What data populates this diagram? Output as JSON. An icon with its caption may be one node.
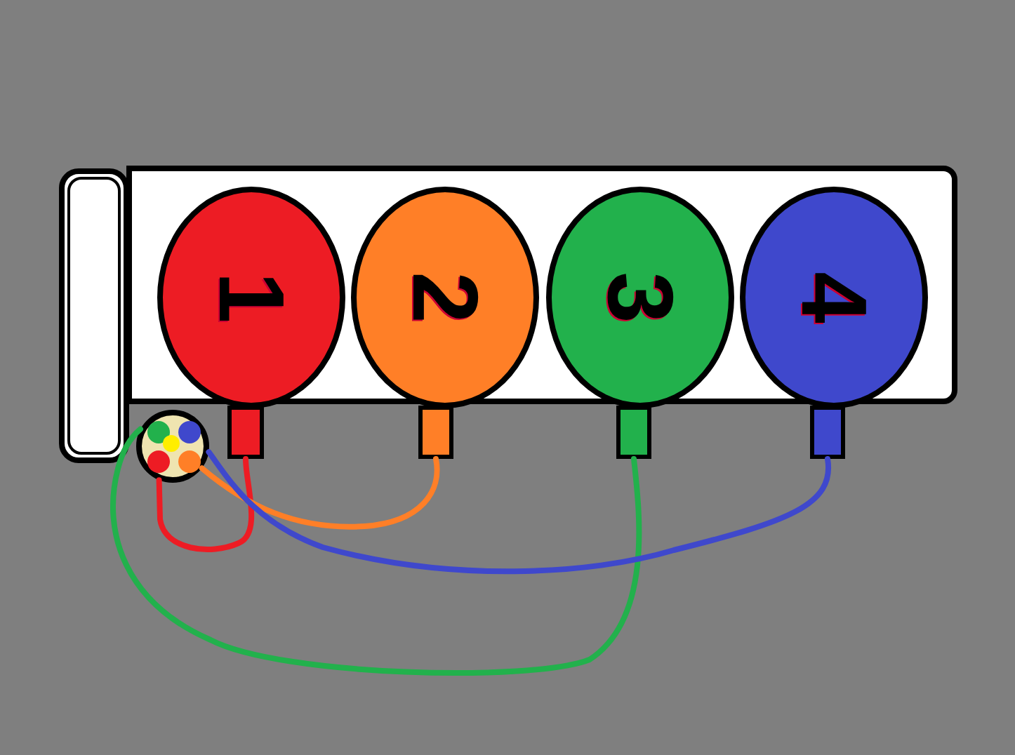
{
  "diagram": {
    "nodes": [
      {
        "text": [],
        "shape": "box"
      },
      {
        "text": [
          "1"
        ],
        "in": 0
      },
      {
        "text": [
          "2"
        ],
        "in": 0
      },
      {
        "text": [
          "3"
        ],
        "in": 0
      },
      {
        "text": [
          "4"
        ],
        "in": 0
      },
      {
        "text": [],
        "shape": "box"
      },
      {
        "text": [],
        "shape": "box"
      },
      {
        "text": [],
        "shape": "box"
      },
      {
        "text": [],
        "shape": "box"
      },
      {
        "text": [],
        "shape": "box"
      },
      {
        "text": [],
        "shape": "circle"
      }
    ],
    "edges": [
      {
        "from": 6,
        "to": 10,
        "arrow": "none",
        "color": "#ed1c24"
      },
      {
        "from": 7,
        "to": 10,
        "arrow": "none",
        "color": "#ff7f27"
      },
      {
        "from": 8,
        "to": 10,
        "arrow": "none",
        "color": "#22b14c"
      },
      {
        "from": 9,
        "to": 10,
        "arrow": "none",
        "color": "#3f48cc"
      }
    ]
  }
}
